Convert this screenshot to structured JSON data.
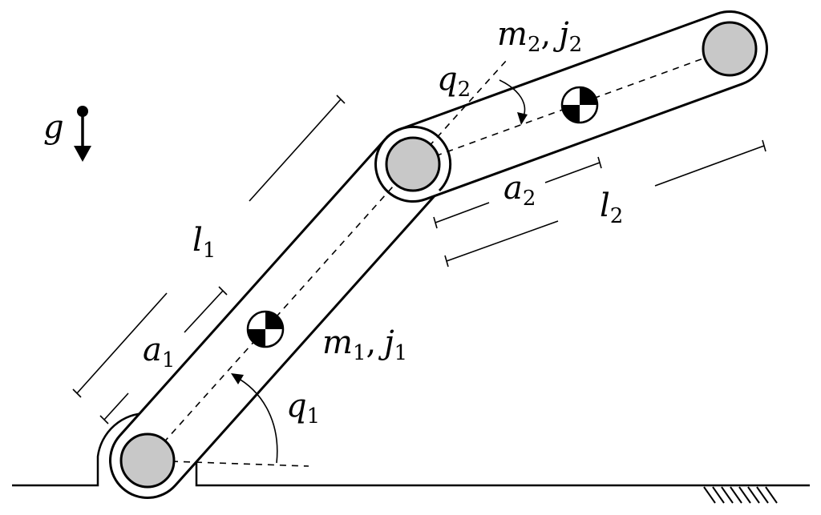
{
  "gravity": {
    "symbol": "g"
  },
  "link1": {
    "mass": {
      "base": "m",
      "sub": "1"
    },
    "inertia": {
      "base": "j",
      "sub": "1"
    },
    "separator": ",",
    "length": {
      "base": "l",
      "sub": "1"
    },
    "com_distance": {
      "base": "a",
      "sub": "1"
    },
    "angle": {
      "base": "q",
      "sub": "1"
    }
  },
  "link2": {
    "mass": {
      "base": "m",
      "sub": "2"
    },
    "inertia": {
      "base": "j",
      "sub": "2"
    },
    "separator": ",",
    "length": {
      "base": "l",
      "sub": "2"
    },
    "com_distance": {
      "base": "a",
      "sub": "2"
    },
    "angle": {
      "base": "q",
      "sub": "2"
    }
  }
}
